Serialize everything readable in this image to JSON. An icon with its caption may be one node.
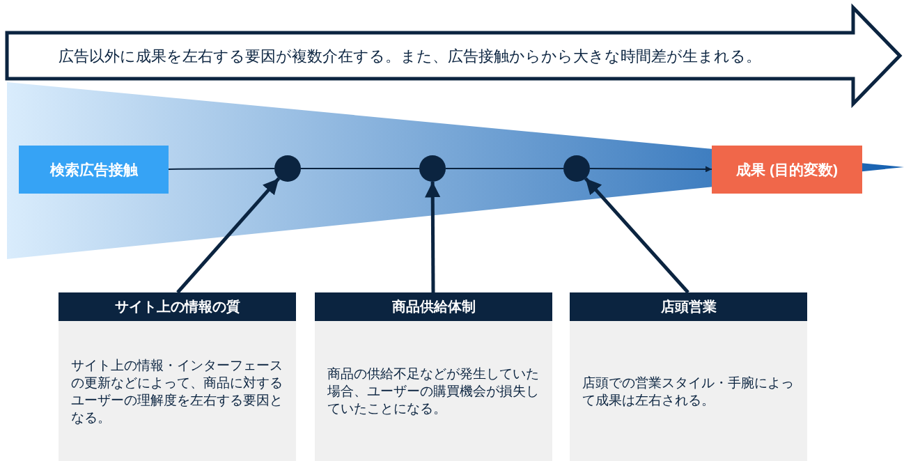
{
  "diagram": {
    "nodes": [
      {
        "text": [
          "広告以外に成果を左右する要因が複数介在する。また、広告接触からから大きな時間差が生まれる。"
        ]
      },
      {
        "text": [
          "検索広告接触"
        ]
      },
      {
        "text": [],
        "shape": "circle"
      },
      {
        "text": [],
        "shape": "circle"
      },
      {
        "text": [],
        "shape": "circle"
      },
      {
        "text": [
          "成果 (目的変数)"
        ]
      },
      {
        "text": [
          "サイト上の情報の質",
          "サイト上の情報・インターフェースの更新などによって、商品に対するユーザーの理解度を左右する要因となる。"
        ]
      },
      {
        "text": [
          "商品供給体制",
          "商品の供給不足などが発生していた場合、ユーザーの購買機会が損失していたことになる。"
        ]
      },
      {
        "text": [
          "店頭営業",
          "店頭での営業スタイル・手腕によって成果は左右される。"
        ]
      }
    ],
    "edges": [
      {
        "from": 1,
        "to": 2,
        "arrow": "none"
      },
      {
        "from": 2,
        "to": 3,
        "arrow": "none"
      },
      {
        "from": 3,
        "to": 4,
        "arrow": "none"
      },
      {
        "from": 4,
        "to": 5,
        "arrow": "to"
      },
      {
        "from": 6,
        "to": 2,
        "arrow": "to",
        "style": "thick"
      },
      {
        "from": 7,
        "to": 3,
        "arrow": "to",
        "style": "thick"
      },
      {
        "from": 8,
        "to": 4,
        "arrow": "to",
        "style": "thick"
      }
    ]
  }
}
